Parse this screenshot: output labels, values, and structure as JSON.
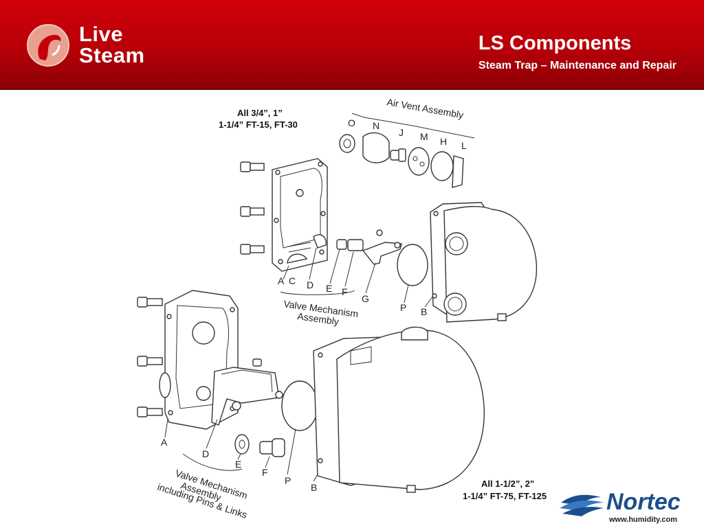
{
  "brand": {
    "logo_line1": "Live",
    "logo_line2": "Steam",
    "accent_color": "#c4000a"
  },
  "header": {
    "title": "LS Components",
    "subtitle": "Steam Trap – Maintenance and Repair"
  },
  "diagram": {
    "top_model_caption_line1": "All 3/4”, 1”",
    "top_model_caption_line2": "1-1/4” FT-15, FT-30",
    "air_vent_assembly": "Air Vent Assembly",
    "top_valve_mech_line1": "Valve Mechanism",
    "top_valve_mech_line2": "Assembly",
    "bottom_valve_mech_line1": "Valve Mechanism",
    "bottom_valve_mech_line2": "Assembly",
    "bottom_valve_mech_line3": "including Pins & Links",
    "bottom_model_caption_line1": "All 1-1/2”, 2”",
    "bottom_model_caption_line2": "1-1/4” FT-75, FT-125",
    "top_labels": [
      "O",
      "N",
      "J",
      "M",
      "H",
      "L",
      "A",
      "C",
      "D",
      "E",
      "F",
      "G",
      "P",
      "B"
    ],
    "bottom_labels": [
      "A",
      "D",
      "E",
      "F",
      "P",
      "B"
    ]
  },
  "nortec": {
    "name": "Nortec",
    "url": "www.humidity.com"
  }
}
